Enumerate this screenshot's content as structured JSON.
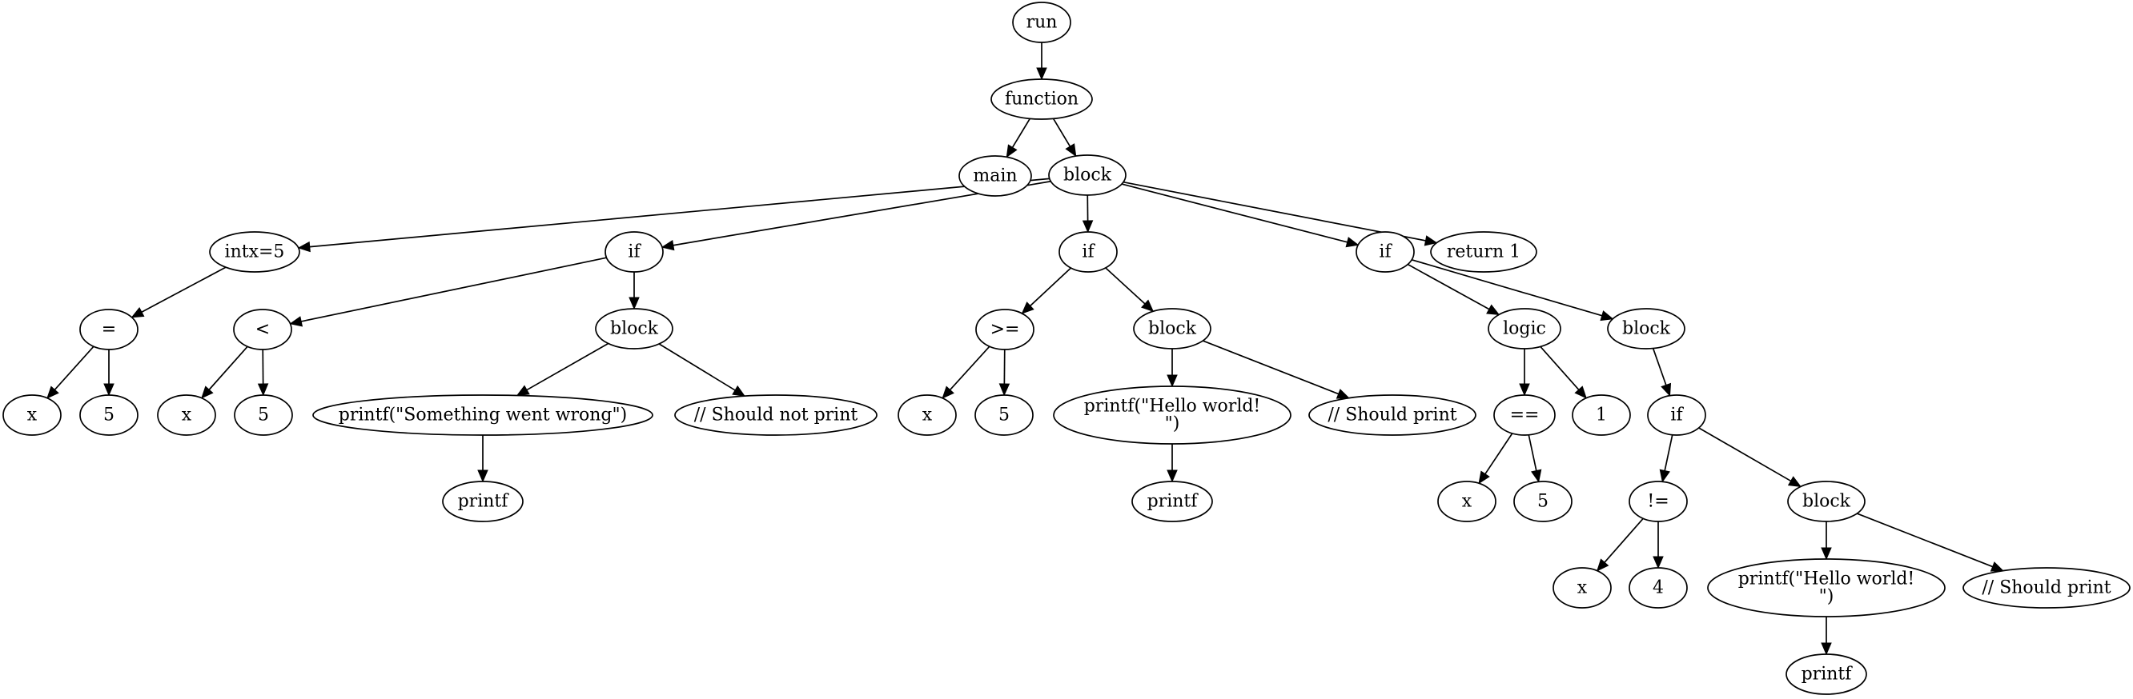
{
  "tree": {
    "nodes": [
      {
        "id": "run",
        "label": [
          "run"
        ]
      },
      {
        "id": "function",
        "label": [
          "function"
        ]
      },
      {
        "id": "main",
        "label": [
          "main"
        ]
      },
      {
        "id": "block1",
        "label": [
          "block"
        ]
      },
      {
        "id": "intx5",
        "label": [
          "intx=5"
        ]
      },
      {
        "id": "if1",
        "label": [
          "if"
        ]
      },
      {
        "id": "if2",
        "label": [
          "if"
        ]
      },
      {
        "id": "if3",
        "label": [
          "if"
        ]
      },
      {
        "id": "return1",
        "label": [
          "return 1"
        ]
      },
      {
        "id": "assign",
        "label": [
          "="
        ]
      },
      {
        "id": "ax",
        "label": [
          "x"
        ]
      },
      {
        "id": "a5",
        "label": [
          "5"
        ]
      },
      {
        "id": "lt",
        "label": [
          "<"
        ]
      },
      {
        "id": "ltx",
        "label": [
          "x"
        ]
      },
      {
        "id": "lt5",
        "label": [
          "5"
        ]
      },
      {
        "id": "block2",
        "label": [
          "block"
        ]
      },
      {
        "id": "printf1",
        "label": [
          "printf(\"Something went wrong\")"
        ]
      },
      {
        "id": "comment1",
        "label": [
          "// Should not print"
        ]
      },
      {
        "id": "printfname1",
        "label": [
          "printf"
        ]
      },
      {
        "id": "ge",
        "label": [
          ">="
        ]
      },
      {
        "id": "gex",
        "label": [
          "x"
        ]
      },
      {
        "id": "ge5",
        "label": [
          "5"
        ]
      },
      {
        "id": "block3",
        "label": [
          "block"
        ]
      },
      {
        "id": "printf2",
        "label": [
          "printf(\"Hello world!",
          "\")"
        ]
      },
      {
        "id": "comment2",
        "label": [
          "// Should print"
        ]
      },
      {
        "id": "printfname2",
        "label": [
          "printf"
        ]
      },
      {
        "id": "logic",
        "label": [
          "logic"
        ]
      },
      {
        "id": "block4",
        "label": [
          "block"
        ]
      },
      {
        "id": "eq",
        "label": [
          "=="
        ]
      },
      {
        "id": "one",
        "label": [
          "1"
        ]
      },
      {
        "id": "eqx",
        "label": [
          "x"
        ]
      },
      {
        "id": "eq5",
        "label": [
          "5"
        ]
      },
      {
        "id": "if4",
        "label": [
          "if"
        ]
      },
      {
        "id": "ne",
        "label": [
          "!="
        ]
      },
      {
        "id": "block5",
        "label": [
          "block"
        ]
      },
      {
        "id": "nex",
        "label": [
          "x"
        ]
      },
      {
        "id": "ne4",
        "label": [
          "4"
        ]
      },
      {
        "id": "printf3",
        "label": [
          "printf(\"Hello world!",
          "\")"
        ]
      },
      {
        "id": "comment3",
        "label": [
          "// Should print"
        ]
      },
      {
        "id": "printfname3",
        "label": [
          "printf"
        ]
      }
    ],
    "edges": [
      [
        "run",
        "function"
      ],
      [
        "function",
        "main"
      ],
      [
        "function",
        "block1"
      ],
      [
        "block1",
        "intx5"
      ],
      [
        "block1",
        "if1"
      ],
      [
        "block1",
        "if2"
      ],
      [
        "block1",
        "if3"
      ],
      [
        "block1",
        "return1"
      ],
      [
        "intx5",
        "assign"
      ],
      [
        "assign",
        "ax"
      ],
      [
        "assign",
        "a5"
      ],
      [
        "if1",
        "lt"
      ],
      [
        "if1",
        "block2"
      ],
      [
        "lt",
        "ltx"
      ],
      [
        "lt",
        "lt5"
      ],
      [
        "block2",
        "printf1"
      ],
      [
        "block2",
        "comment1"
      ],
      [
        "printf1",
        "printfname1"
      ],
      [
        "if2",
        "ge"
      ],
      [
        "if2",
        "block3"
      ],
      [
        "ge",
        "gex"
      ],
      [
        "ge",
        "ge5"
      ],
      [
        "block3",
        "printf2"
      ],
      [
        "block3",
        "comment2"
      ],
      [
        "printf2",
        "printfname2"
      ],
      [
        "if3",
        "logic"
      ],
      [
        "if3",
        "block4"
      ],
      [
        "logic",
        "eq"
      ],
      [
        "logic",
        "one"
      ],
      [
        "eq",
        "eqx"
      ],
      [
        "eq",
        "eq5"
      ],
      [
        "block4",
        "if4"
      ],
      [
        "if4",
        "ne"
      ],
      [
        "if4",
        "block5"
      ],
      [
        "ne",
        "nex"
      ],
      [
        "ne",
        "ne4"
      ],
      [
        "block5",
        "printf3"
      ],
      [
        "block5",
        "comment3"
      ],
      [
        "printf3",
        "printfname3"
      ]
    ]
  }
}
